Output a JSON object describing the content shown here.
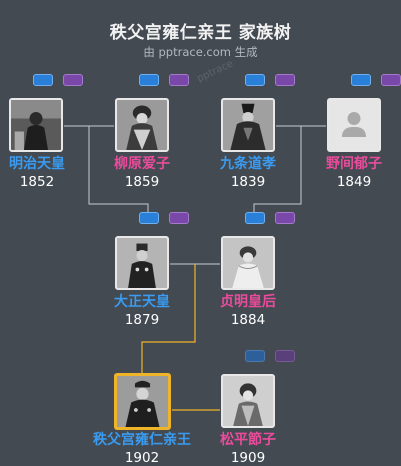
{
  "header": {
    "title": "秩父宫雍仁亲王 家族树",
    "subtitle": "由 pptrace.com 生成",
    "watermark": "pptrace"
  },
  "colors": {
    "background": "#434a52",
    "male": "#3a9bf0",
    "female": "#ea4c9c",
    "line": "#c9ccd0",
    "highlight": "#f0b429"
  },
  "people": {
    "meiji": {
      "name": "明治天皇",
      "year": "1852",
      "gender": "male"
    },
    "yanagiwara": {
      "name": "柳原爱子",
      "year": "1859",
      "gender": "female"
    },
    "kujo": {
      "name": "九条道孝",
      "year": "1839",
      "gender": "male"
    },
    "noma": {
      "name": "野间郁子",
      "year": "1849",
      "gender": "female"
    },
    "taisho": {
      "name": "大正天皇",
      "year": "1879",
      "gender": "male"
    },
    "teimei": {
      "name": "贞明皇后",
      "year": "1884",
      "gender": "female"
    },
    "chichibu": {
      "name": "秩父宫雍仁亲王",
      "year": "1902",
      "gender": "male",
      "selected": true
    },
    "setsuko": {
      "name": "松平節子",
      "year": "1909",
      "gender": "female"
    }
  },
  "icons": {
    "default_avatar": "person-silhouette-icon"
  }
}
